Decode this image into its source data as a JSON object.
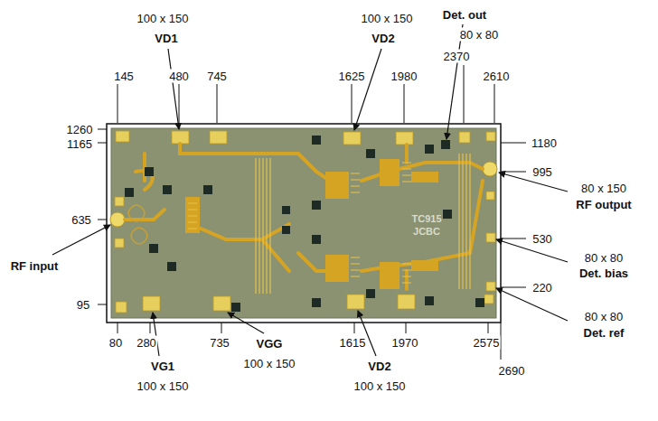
{
  "diagram": {
    "labels": [
      "100 x 150",
      "VD1",
      "100 x 150",
      "VD2",
      "Det. out",
      "80 x 80",
      "145",
      "480",
      "745",
      "1625",
      "1980",
      "2370",
      "2610",
      "1260",
      "1165",
      "635",
      "RF input",
      "95",
      "1180",
      "995",
      "80 x 150",
      "RF output",
      "530",
      "80 x 80",
      "Det. bias",
      "220",
      "80 x 80",
      "Det. ref",
      "80",
      "280",
      "735",
      "1615",
      "1970",
      "2575",
      "2690",
      "VG1",
      "100 x 150",
      "VGG",
      "100 x 150",
      "VD2",
      "100 x 150",
      "TC915",
      "JCBC"
    ]
  }
}
